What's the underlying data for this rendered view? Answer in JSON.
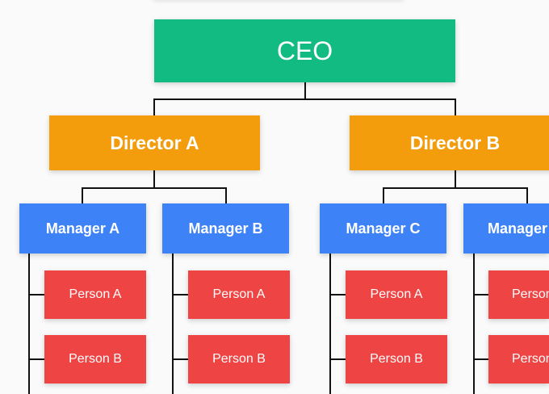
{
  "colors": {
    "ceo": "#12bb82",
    "director": "#f39c0c",
    "manager": "#3d82f6",
    "person": "#ef4444",
    "line": "#111111",
    "background": "#fafafa"
  },
  "org": {
    "ceo": "CEO",
    "directors": [
      "Director A",
      "Director B"
    ],
    "managers": [
      "Manager A",
      "Manager B",
      "Manager C",
      "Manager"
    ],
    "persons": {
      "m1": [
        "Person A",
        "Person B"
      ],
      "m2": [
        "Person A",
        "Person B"
      ],
      "m3": [
        "Person A",
        "Person B"
      ],
      "m4": [
        "Person",
        "Person"
      ]
    }
  }
}
